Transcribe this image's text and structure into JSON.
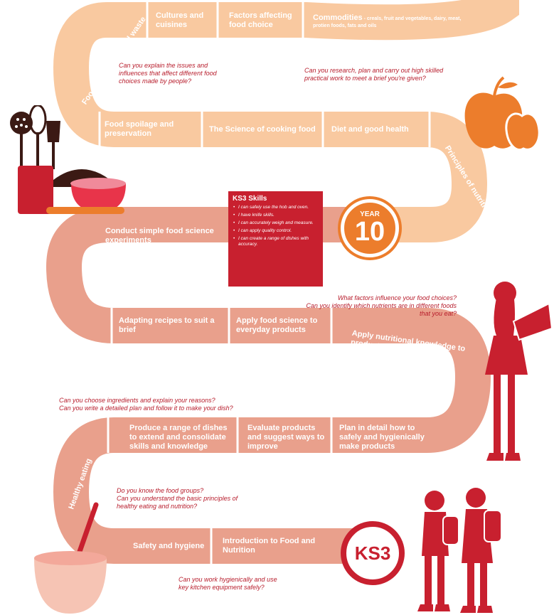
{
  "colors": {
    "light_road": "#f9c9a0",
    "dark_road": "#e9a08c",
    "red": "#c8202f",
    "orange": "#ec7d2c"
  },
  "top_row": {
    "cultures": "Cultures and cuisines",
    "factors": "Factors affecting food choice",
    "commodities_title": "Commodities",
    "commodities_rest": " - creals, fruit and vegetables, dairy, meat, protien foods, fats and oils"
  },
  "curve_left_top": "Food provenance and waste",
  "questions_y11": {
    "left": [
      "Can you explain the issues and",
      "influences that affect different food",
      "choices made by people?"
    ],
    "right": [
      "Can you research, plan and carry out high skilled",
      "practical work to meet a brief you're given?"
    ]
  },
  "row2": {
    "spoilage": "Food spoilage and preservation",
    "science": "The Science of cooking food",
    "diet": "Diet and good health"
  },
  "curve_right_2": "Principles of nutrition",
  "ks3_skills": {
    "title": "KS3 Skills",
    "items": [
      "I can safely use the hob and oven.",
      "I have knife skills.",
      "I can accurately weigh and measure.",
      "I can apply quality control.",
      "I can create a range of dishes with accuracy."
    ]
  },
  "year_badge": {
    "word": "YEAR",
    "number": "10"
  },
  "row3_title": "Conduct simple food science experiments",
  "questions_y9": [
    "What factors influence your food choices?",
    "Can you identify which nutrients are in different foods",
    "that you eat?"
  ],
  "row4": {
    "adapting": "Adapting recipes to suit a brief",
    "apply_science": "Apply food science to everyday products",
    "apply_nutrition": "Apply nutritional knowledge to products I make"
  },
  "questions_y8": [
    "Can you choose ingredients and explain your reasons?",
    "Can you write a detailed plan and follow it to make your dish?"
  ],
  "row5": {
    "produce": "Produce a range of dishes to extend and consolidate skills and knowledge",
    "evaluate": "Evaluate products and suggest ways to improve",
    "plan": "Plan in detail how to safely and hygienically make products"
  },
  "curve_left_5": "Healthy eating",
  "questions_y7": [
    "Do you know the food groups?",
    "Can you understand the basic principles of",
    "healthy eating and nutrition?"
  ],
  "row6": {
    "safety": "Safety and hygiene",
    "intro": "Introduction to Food and Nutrition"
  },
  "ks3_badge": "KS3",
  "questions_bottom": [
    "Can you work hygienically and use",
    "key kitchen equipment safely?"
  ]
}
